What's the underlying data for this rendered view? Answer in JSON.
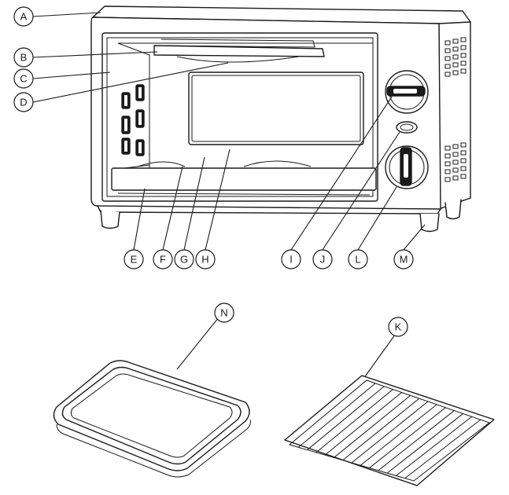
{
  "callouts": {
    "A": "A",
    "B": "B",
    "C": "C",
    "D": "D",
    "E": "E",
    "F": "F",
    "G": "G",
    "H": "H",
    "I": "I",
    "J": "J",
    "K": "K",
    "L": "L",
    "M": "M",
    "N": "N"
  }
}
